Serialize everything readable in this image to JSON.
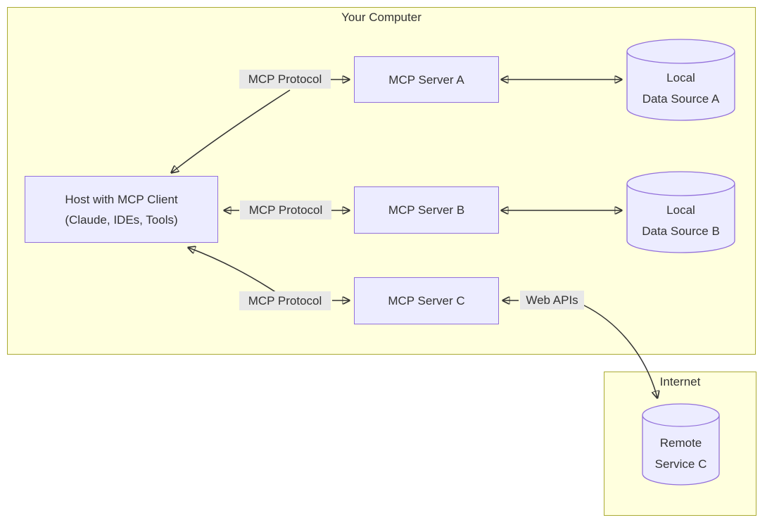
{
  "diagram": {
    "type": "architecture-flowchart",
    "containers": {
      "your_computer": {
        "label": "Your Computer"
      },
      "internet": {
        "label": "Internet"
      }
    },
    "nodes": {
      "host": {
        "line1": "Host with MCP Client",
        "line2": "(Claude, IDEs, Tools)"
      },
      "server_a": {
        "label": "MCP Server A"
      },
      "server_b": {
        "label": "MCP Server B"
      },
      "server_c": {
        "label": "MCP Server C"
      },
      "data_source_a": {
        "line1": "Local",
        "line2": "Data Source A"
      },
      "data_source_b": {
        "line1": "Local",
        "line2": "Data Source B"
      },
      "remote_service_c": {
        "line1": "Remote",
        "line2": "Service C"
      }
    },
    "edge_labels": {
      "mcp_protocol_a": "MCP Protocol",
      "mcp_protocol_b": "MCP Protocol",
      "mcp_protocol_c": "MCP Protocol",
      "web_apis": "Web APIs"
    },
    "edges": [
      {
        "from": "host",
        "to": "server_a",
        "label": "MCP Protocol",
        "bidirectional": true
      },
      {
        "from": "host",
        "to": "server_b",
        "label": "MCP Protocol",
        "bidirectional": true
      },
      {
        "from": "host",
        "to": "server_c",
        "label": "MCP Protocol",
        "bidirectional": true
      },
      {
        "from": "server_a",
        "to": "data_source_a",
        "bidirectional": true
      },
      {
        "from": "server_b",
        "to": "data_source_b",
        "bidirectional": true
      },
      {
        "from": "server_c",
        "to": "remote_service_c",
        "label": "Web APIs",
        "bidirectional": true
      }
    ],
    "colors": {
      "cluster_fill": "#ffffde",
      "cluster_border": "#aaaa33",
      "node_fill": "#ECECFF",
      "node_border": "#9370DB",
      "edge_label_bg": "#e8e8e8",
      "line": "#333333",
      "text": "#333333",
      "page_bg": "#ffffff"
    }
  }
}
